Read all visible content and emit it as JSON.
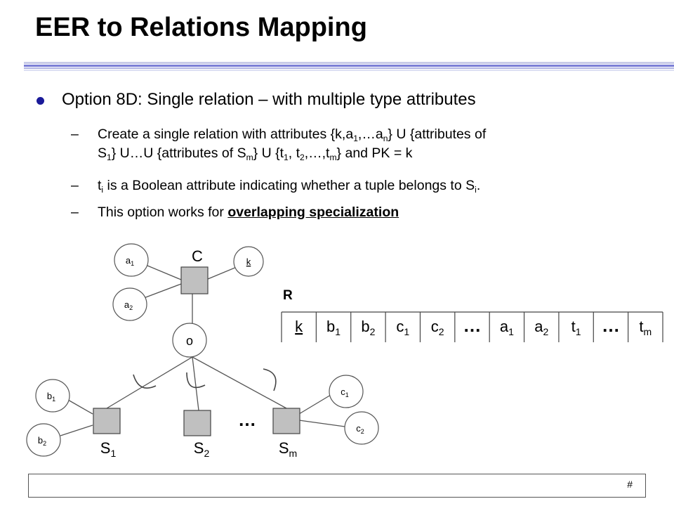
{
  "slide": {
    "title": "EER to Relations Mapping",
    "bullet": "Option 8D: Single relation – with multiple type attributes",
    "sub1": {
      "text_a": "Create a single relation with attributes {k,a",
      "sub_1": "1",
      "text_b": ",…a",
      "sub_n": "n",
      "text_c": "} U {attributes of",
      "text_d": "S",
      "sub_s1": "1",
      "text_e": "} U…U {attributes of S",
      "sub_m": "m",
      "text_f": "} U {t",
      "sub_t1": "1",
      "text_g": ", t",
      "sub_t2": "2",
      "text_h": ",…,t",
      "sub_tm": "m",
      "text_i": "} and PK = k"
    },
    "sub2": {
      "text_a": "t",
      "sub_i": "i",
      "text_b": " is a Boolean attribute indicating whether a tuple belongs to S",
      "sub_i2": "i",
      "text_c": "."
    },
    "sub3": {
      "text_a": "This option works for ",
      "emphasis": "overlapping specialization"
    },
    "dash": "–",
    "page_number": "#"
  },
  "diagram": {
    "superclass": {
      "label": "C"
    },
    "attributes": [
      {
        "base": "a",
        "sub": "1"
      },
      {
        "base": "a",
        "sub": "2"
      },
      {
        "base": "k",
        "sub": ""
      },
      {
        "base": "b",
        "sub": "1"
      },
      {
        "base": "b",
        "sub": "2"
      },
      {
        "base": "c",
        "sub": "1"
      },
      {
        "base": "c",
        "sub": "2"
      }
    ],
    "disjointness": "o",
    "subclasses": [
      {
        "base": "S",
        "sub": "1"
      },
      {
        "base": "S",
        "sub": "2"
      },
      {
        "base": "S",
        "sub": "m"
      }
    ],
    "ellipsis": "…"
  },
  "relation": {
    "name": "R",
    "columns": [
      {
        "base": "k",
        "sub": ""
      },
      {
        "base": "b",
        "sub": "1"
      },
      {
        "base": "b",
        "sub": "2"
      },
      {
        "base": "c",
        "sub": "1"
      },
      {
        "base": "c",
        "sub": "2"
      },
      {
        "base": "…",
        "sub": ""
      },
      {
        "base": "a",
        "sub": "1"
      },
      {
        "base": "a",
        "sub": "2"
      },
      {
        "base": "t",
        "sub": "1"
      },
      {
        "base": "…",
        "sub": ""
      },
      {
        "base": "t",
        "sub": "m"
      }
    ]
  },
  "colors": {
    "accent_line": "#7b7fd6",
    "bullet": "#1a1a99",
    "entity_fill": "#c0c0c0"
  }
}
